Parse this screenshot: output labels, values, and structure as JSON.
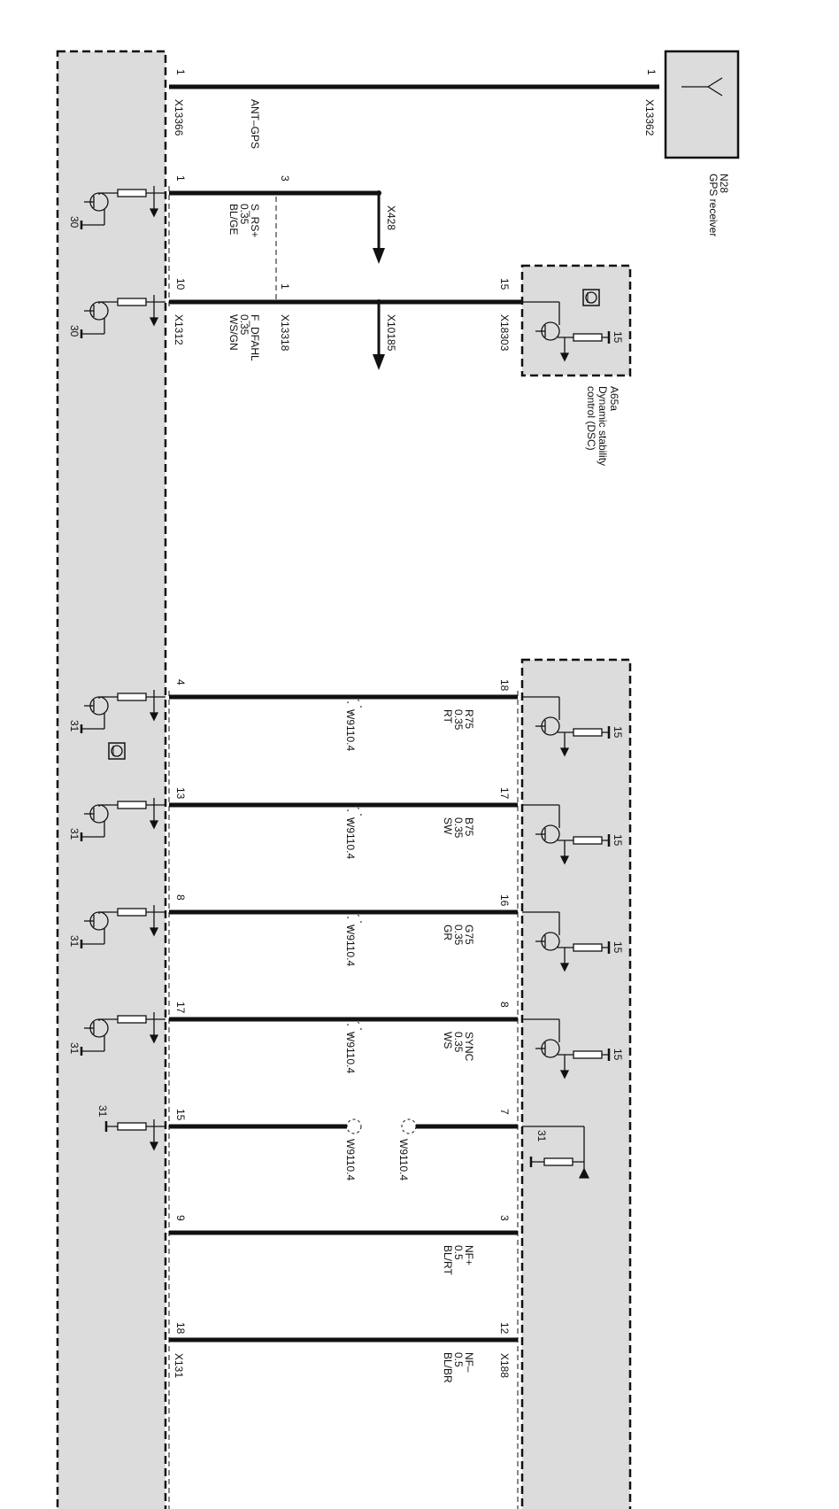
{
  "components": {
    "n28": {
      "id": "N28",
      "name": "GPS receiver"
    },
    "a65a": {
      "id": "A65a",
      "name_line1": "Dynamic stability",
      "name_line2": "control (DSC)"
    }
  },
  "connectors": {
    "x13366": "X13366",
    "x13362": "X13362",
    "x1312": "X1312",
    "x13318": "X13318",
    "x10185": "X10185",
    "x428": "X428",
    "x18303": "X18303",
    "bottom_left": "X131",
    "bottom_right": "X188"
  },
  "top_wires": [
    {
      "signal": "ANT–GPS",
      "left_pin": "1",
      "right_pin": "1"
    },
    {
      "signal": "S_RS+",
      "size": "0.35",
      "color": "BL/GE",
      "left_pin": "1",
      "mid_pin": "3"
    },
    {
      "signal": "F_DFAHL",
      "size": "0.35",
      "color": "WS/GN",
      "left_pin": "10",
      "mid_pin": "1",
      "right_pin": "15"
    }
  ],
  "bottom_wires": [
    {
      "signal": "R75",
      "size": "0.35",
      "color": "RT",
      "left_pin": "4",
      "right_pin": "18",
      "shield": "W9110.4"
    },
    {
      "signal": "B75",
      "size": "0.35",
      "color": "SW",
      "left_pin": "13",
      "right_pin": "17",
      "shield": "W9110.4"
    },
    {
      "signal": "G75",
      "size": "0.35",
      "color": "GR",
      "left_pin": "8",
      "right_pin": "16",
      "shield": "W9110.4"
    },
    {
      "signal": "SYNC",
      "size": "0.35",
      "color": "WS",
      "left_pin": "17",
      "right_pin": "8",
      "shield": "W9110.4"
    },
    {
      "signal": "",
      "size": "",
      "color": "",
      "left_pin": "15",
      "right_pin": "7",
      "shield": "W9110.4",
      "shield2": "W9110.4"
    },
    {
      "signal": "NF+",
      "size": "0.5",
      "color": "BL/RT",
      "left_pin": "9",
      "right_pin": "3"
    },
    {
      "signal": "NF–",
      "size": "0.5",
      "color": "BL/BR",
      "left_pin": "18",
      "right_pin": "12"
    }
  ],
  "supply_labels": {
    "left_top": [
      "30",
      "30"
    ],
    "left_bottom": [
      "31",
      "31",
      "31",
      "31",
      "31"
    ],
    "dsc": "15",
    "right_bottom": [
      "15",
      "15",
      "15",
      "15",
      "31"
    ]
  }
}
